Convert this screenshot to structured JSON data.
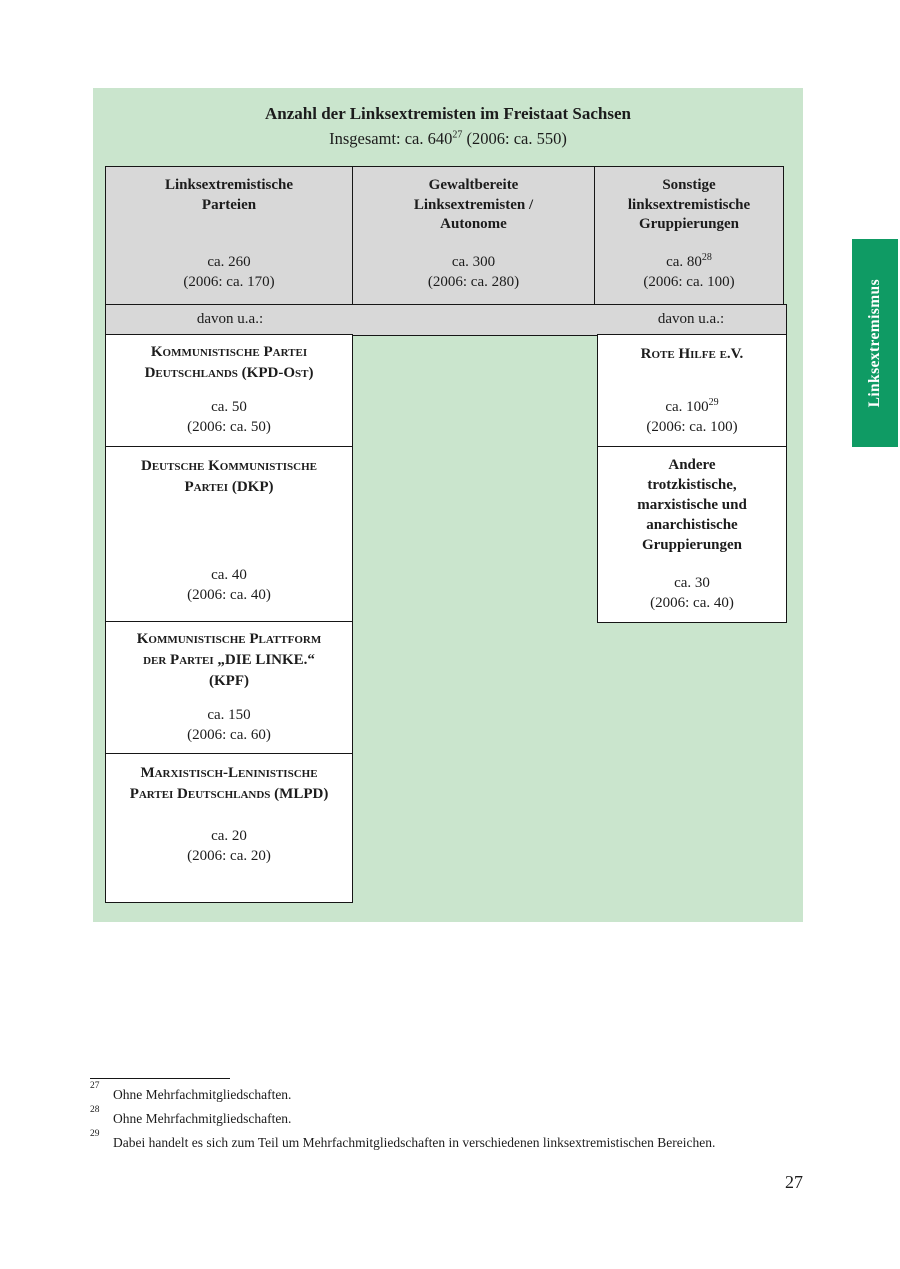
{
  "page": {
    "number": "27"
  },
  "side_tab": {
    "label": "Linksextremismus"
  },
  "colors": {
    "panel_bg": "#cae5cd",
    "cell_bg": "#d8d8d8",
    "tab_bg": "#0f9b64"
  },
  "panel": {
    "title": "Anzahl der Linksextremisten im Freistaat Sachsen",
    "subtitle_pre": "Insgesamt: ca. 640",
    "subtitle_sup": "27",
    "subtitle_post": " (2006: ca. 550)"
  },
  "headers": [
    {
      "title": "Linksextremistische\nParteien",
      "count": "ca. 260",
      "prev": "(2006: ca. 170)"
    },
    {
      "title": "Gewaltbereite\nLinksextremisten /\nAutonome",
      "count": "ca. 300",
      "prev": "(2006: ca. 280)"
    },
    {
      "title": "Sonstige\nlinksextremistische\nGruppierungen",
      "count": "ca. 80",
      "count_sup": "28",
      "prev": "(2006: ca. 100)"
    }
  ],
  "davon": {
    "left": "davon u.a.:",
    "right": "davon u.a.:"
  },
  "left_boxes": [
    {
      "name": "Kommunistische Partei\nDeutschlands (KPD-Ost)",
      "count": "ca. 50",
      "prev": "(2006: ca. 50)"
    },
    {
      "name": "Deutsche Kommunistische\nPartei (DKP)",
      "count": "ca. 40",
      "prev": "(2006: ca. 40)"
    },
    {
      "name": "Kommunistische Plattform\nder Partei „DIE LINKE.“\n(KPF)",
      "count": "ca. 150",
      "prev": "(2006: ca. 60)"
    },
    {
      "name": "Marxistisch-Leninistische\nPartei Deutschlands (MLPD)",
      "count": "ca. 20",
      "prev": "(2006: ca. 20)"
    }
  ],
  "right_boxes": [
    {
      "name": "Rote Hilfe e.V.",
      "count": "ca. 100",
      "count_sup": "29",
      "prev": "(2006: ca. 100)"
    },
    {
      "name": "Andere\ntrotzkistische,\nmarxistische und\nanarchistische\nGruppierungen",
      "count": "ca. 30",
      "prev": "(2006: ca. 40)"
    }
  ],
  "footnotes": [
    {
      "sup": "27",
      "text": "Ohne Mehrfachmitgliedschaften."
    },
    {
      "sup": "28",
      "text": "Ohne Mehrfachmitgliedschaften."
    },
    {
      "sup": "29",
      "text": "Dabei handelt es sich zum Teil um Mehrfachmitgliedschaften in verschiedenen linksextremistischen Bereichen."
    }
  ]
}
